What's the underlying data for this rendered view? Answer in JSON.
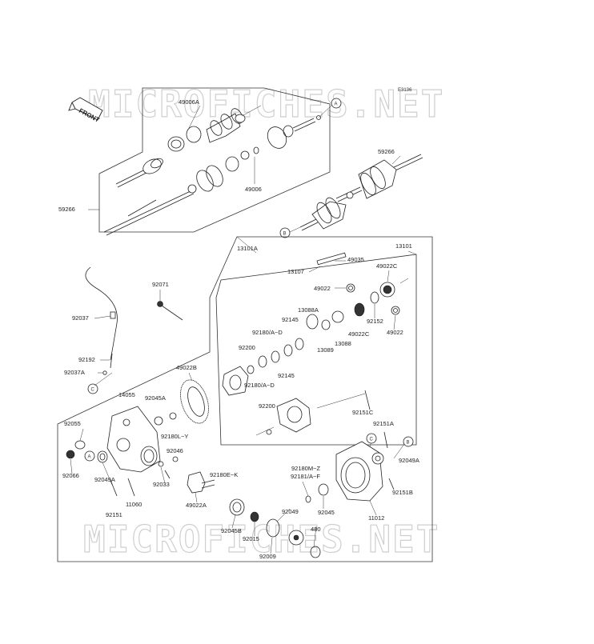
{
  "diagram_code": "E3136",
  "watermark": "MICROFICHES.NET",
  "front_label": "FRONT",
  "refs": [
    "A",
    "B",
    "C"
  ],
  "labels": [
    "49006A",
    "59266",
    "49006",
    "59266",
    "13101A",
    "13101",
    "49035",
    "13107",
    "49022C",
    "49022",
    "92152",
    "49022",
    "92071",
    "92037",
    "13088A",
    "92145",
    "92180/A~D",
    "92200",
    "49022C",
    "13089",
    "13088",
    "92145",
    "92180/A~D",
    "92192",
    "92037A",
    "49022B",
    "14055",
    "92045A",
    "92055",
    "92200",
    "92151C",
    "92151A",
    "92180L~Y",
    "92046",
    "92066",
    "92049A",
    "92033",
    "92180E~K",
    "92180M~Z",
    "92181/A~F",
    "92049A",
    "92151B",
    "92151",
    "11060",
    "49022A",
    "92045B",
    "92015",
    "92049",
    "92045",
    "11012",
    "480",
    "92009"
  ]
}
